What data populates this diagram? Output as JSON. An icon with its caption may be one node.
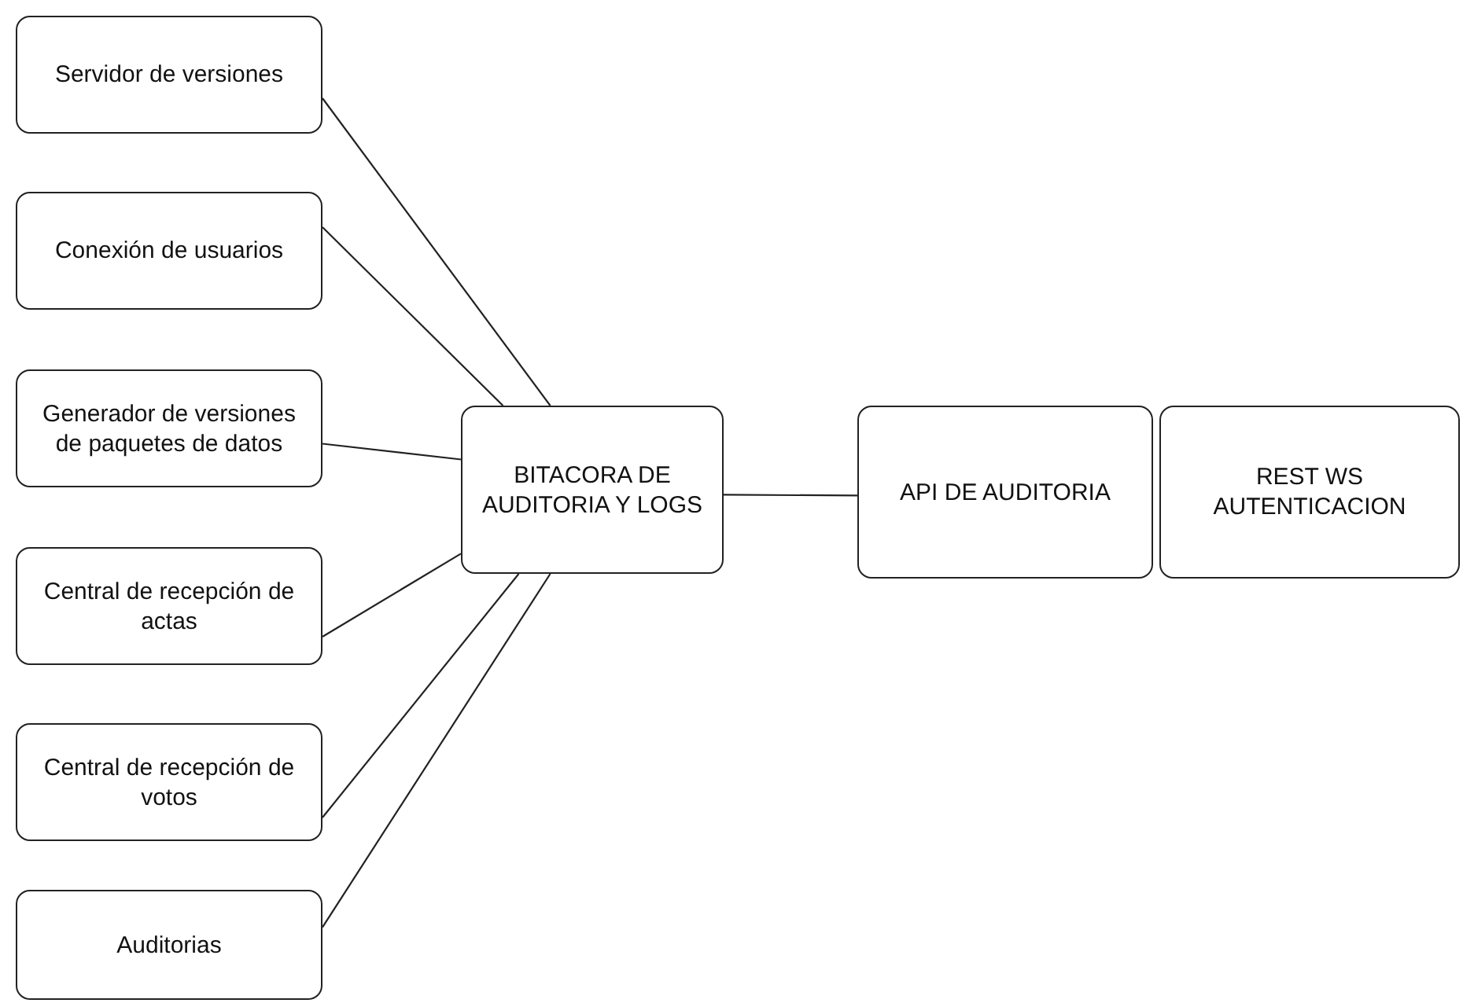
{
  "diagram": {
    "nodes": [
      {
        "text": [
          "Servidor de versiones"
        ]
      },
      {
        "text": [
          "Conexión de usuarios"
        ]
      },
      {
        "text": [
          "Generador de versiones de paquetes de datos"
        ]
      },
      {
        "text": [
          "Central de recepción de actas"
        ]
      },
      {
        "text": [
          "Central de recepción de votos"
        ]
      },
      {
        "text": [
          "Auditorias"
        ]
      },
      {
        "text": [
          "BITACORA DE AUDITORIA Y LOGS"
        ]
      },
      {
        "text": [
          "API DE AUDITORIA"
        ]
      },
      {
        "text": [
          "REST WS AUTENTICACION"
        ]
      }
    ],
    "edges": [
      {
        "from": 0,
        "to": 6,
        "arrow": "none"
      },
      {
        "from": 1,
        "to": 6,
        "arrow": "none"
      },
      {
        "from": 2,
        "to": 6,
        "arrow": "none"
      },
      {
        "from": 3,
        "to": 6,
        "arrow": "none"
      },
      {
        "from": 4,
        "to": 6,
        "arrow": "none"
      },
      {
        "from": 5,
        "to": 6,
        "arrow": "none"
      },
      {
        "from": 6,
        "to": 7,
        "arrow": "none"
      }
    ]
  }
}
